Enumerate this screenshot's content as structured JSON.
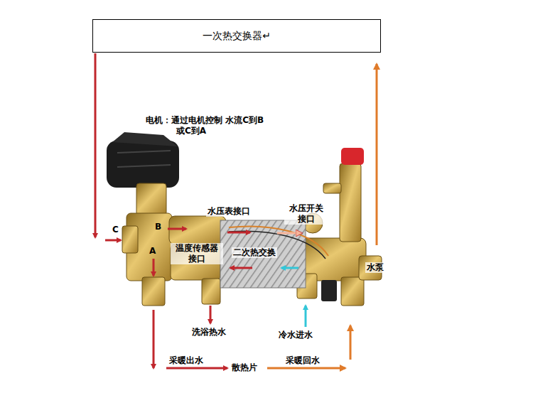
{
  "diagram": {
    "nodes": [
      {
        "text": [
          "一次热交换器↵"
        ]
      }
    ],
    "labels": [
      "电机：通过电机控制 水流C到B或C到A",
      "C",
      "B",
      "A",
      "水压表接口",
      "水压开关 接口",
      "温度传感器 接口",
      "二次热交换",
      "水泵",
      "洗浴热水",
      "冷水进水",
      "采暖出水",
      "散热片",
      "采暖回水"
    ]
  }
}
